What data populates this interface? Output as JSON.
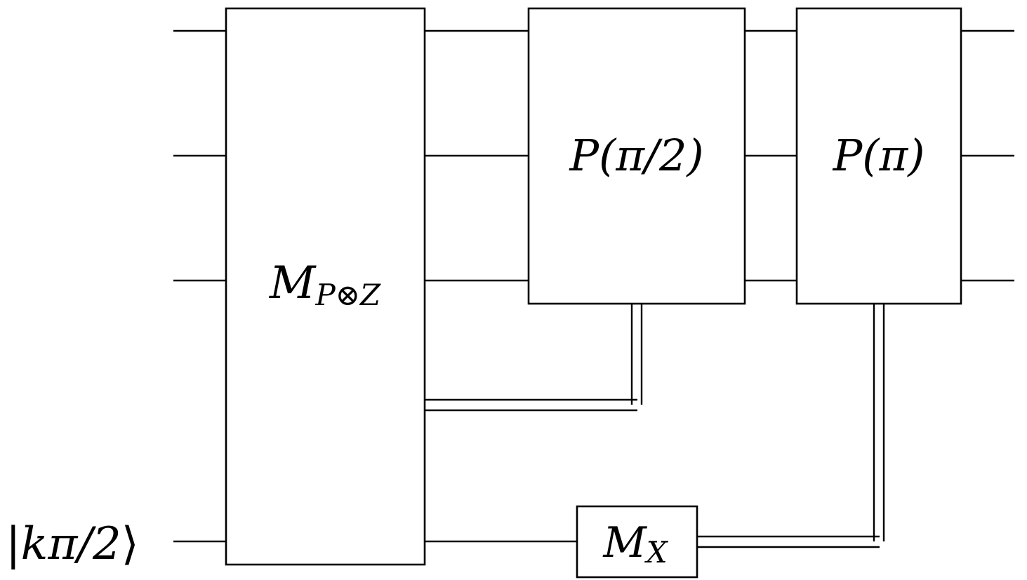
{
  "circuit": {
    "input_state": {
      "prefix": "|",
      "k": "k",
      "rest": "π/2",
      "suffix": "⟩"
    },
    "gates": [
      {
        "id": "measure-pz",
        "main": "M",
        "sub_left": "P",
        "sub_op": "⊗",
        "sub_right": "Z"
      },
      {
        "id": "phase-half-pi",
        "label": "P(π/2)"
      },
      {
        "id": "phase-pi",
        "label": "P(π)"
      },
      {
        "id": "measure-x",
        "main": "M",
        "sub": "X"
      }
    ]
  }
}
